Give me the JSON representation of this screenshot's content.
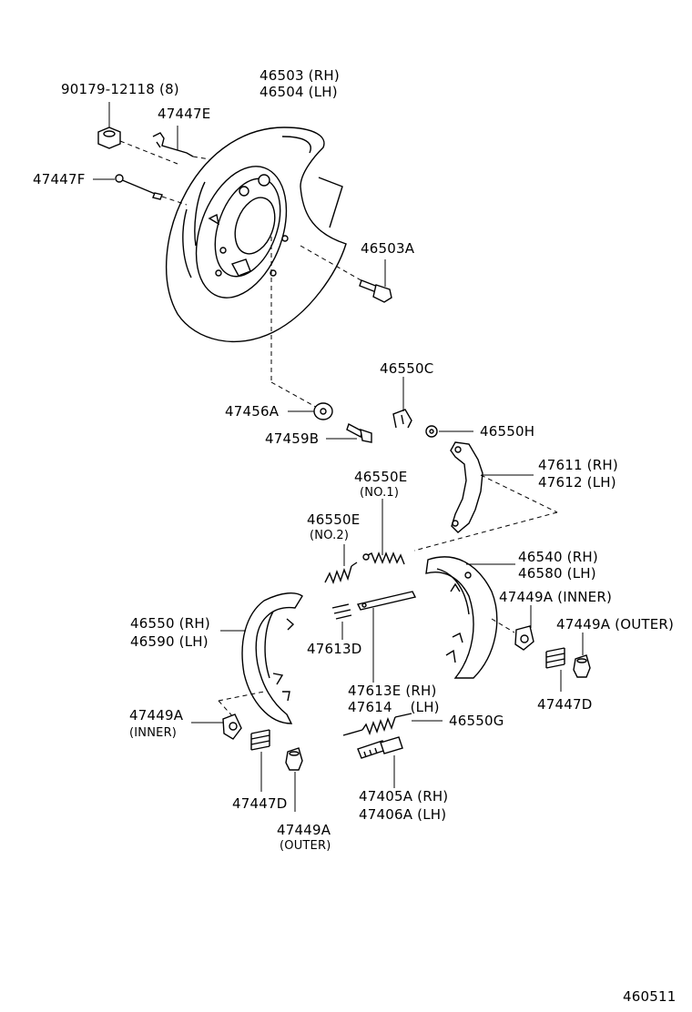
{
  "labels": {
    "bolt_9017912118": "90179-12118 (8)",
    "backing_plate_rh": "46503 (RH)",
    "backing_plate_lh": "46504 (LH)",
    "clip_47447e": "47447E",
    "pin_47447f": "47447F",
    "bolt_46503a": "46503A",
    "clip_46550c": "46550C",
    "washer_47456a": "47456A",
    "washer_46550h": "46550H",
    "bolt_47459b": "47459B",
    "lever_rh": "47611 (RH)",
    "lever_lh": "47612 (LH)",
    "spring_46550e_no1_a": "46550E",
    "spring_46550e_no1_b": "(NO.1)",
    "spring_46550e_no2_a": "46550E",
    "spring_46550e_no2_b": "(NO.2)",
    "shoe_46540_rh": "46540 (RH)",
    "shoe_46580_lh": "46580 (LH)",
    "cup_47449a_inner_right": "47449A (INNER)",
    "cup_47449a_outer_right": "47449A (OUTER)",
    "shoe_46550_rh": "46550 (RH)",
    "shoe_46590_lh": "46590 (LH)",
    "spring_47613d": "47613D",
    "strut_47613e_rh": "47613E (RH)",
    "strut_47614_lh": "47614    (LH)",
    "spring_46550g": "46550G",
    "spring_47447d_right": "47447D",
    "cup_47449a_inner_left_a": "47449A",
    "cup_47449a_inner_left_b": "(INNER)",
    "adjuster_rh": "47405A (RH)",
    "adjuster_lh": "47406A (LH)",
    "spring_47447d_left": "47447D",
    "cup_47449a_outer_left_a": "47449A",
    "cup_47449a_outer_left_b": "(OUTER)",
    "diagram_number": "460511"
  }
}
